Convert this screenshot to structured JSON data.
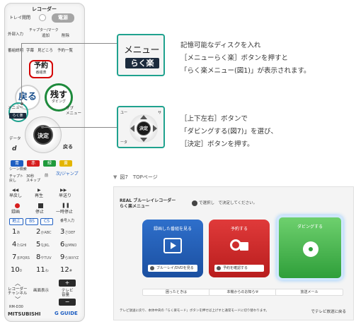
{
  "remote": {
    "recorder_label": "レコーダー",
    "tray_label": "トレイ開閉",
    "power_label": "電源",
    "row2": [
      "外部入力",
      "チャプター/マーク",
      "追加",
      "削除"
    ],
    "row3": [
      "番組説明",
      "字幕",
      "見どころ",
      "予約一覧"
    ],
    "reserve_label": "予約",
    "reserve_sub": "番組表",
    "back_label": "戻る",
    "dubbing_label": "残す",
    "dubbing_sub": "ダビング",
    "menu_label": "メニュー",
    "rakuraku_label": "らく楽",
    "sub_menu_label": "サブ\nメニュー",
    "enter_label": "決定",
    "data_label": "データ",
    "data_icon": "d",
    "back2_label": "戻る",
    "color_keys": [
      "青",
      "赤",
      "緑",
      "黄"
    ],
    "color_hex": {
      "blue": "#1f5fc2",
      "red": "#d61e1e",
      "green": "#1e9a3b",
      "yellow": "#e3b500"
    },
    "scene_label": "シーン検索",
    "jump_row": [
      "チャプト\n戻し",
      "30秒\nスキップ",
      "前",
      "次/ジャンプ"
    ],
    "play_row": [
      "早戻し",
      "再生",
      "早送り"
    ],
    "stop_row": [
      "録画",
      "停止",
      "一時停止"
    ],
    "input_chips": [
      "地上",
      "BS",
      "CS",
      "番号入力"
    ],
    "numbers": [
      "1",
      "2",
      "3",
      "4",
      "5",
      "6",
      "7",
      "8",
      "9",
      "10",
      "11",
      "12"
    ],
    "num_subs": [
      "あ",
      "かABC",
      "さDEF",
      "たGHI",
      "なJKL",
      "はMNO",
      "まPQRS",
      "やTUV",
      "らWXYZ",
      "0",
      "わ",
      "#"
    ],
    "channel_label": "レコーダー\nチャンネル",
    "screen_display_label": "画面表示",
    "tv_volume_label": "テレビ\n音量",
    "model": "RM-D30",
    "brand": "MITSUBISHI",
    "guide_logo": "G GUIDE"
  },
  "callout1": {
    "menu_text": "メニュー",
    "rakuraku_text": "らく楽"
  },
  "callout2": {
    "enter_text": "決定",
    "top_left": "ユー",
    "top_right": "サ",
    "bottom_left": "ータ"
  },
  "desc1": [
    "記憶可能なディスクを入れ",
    "［メニューらく楽］ボタンを押すと",
    "「らく楽メニュー(図1)」が表示されます。"
  ],
  "desc2": [
    "［上下左右］ボタンで",
    "「ダビングする(図7)」を選び、",
    "［決定］ボタンを押す。"
  ],
  "figure": {
    "caption": "図7　TOPページ",
    "title_line1": "REAL ブルーレイレコーダー",
    "title_line2": "らく楽メニュー",
    "hint": "で選択し　で決定してください。",
    "panels": [
      {
        "label": "録画した番組を見る",
        "sub": "ブルーレイ/DVDを見る",
        "color": "#2e6fcb"
      },
      {
        "label": "予約する",
        "sub": "予約を確認する",
        "color": "#e03a3a"
      },
      {
        "label": "ダビングする",
        "sub": "",
        "color": "#6ed06e"
      }
    ],
    "tiles": [
      "困ったときは",
      "本機からのお知らせ",
      "放送メール"
    ],
    "footer": "テレビ放送に戻り、本体中央の「らく楽モード」ボタンを押せば上げすと通常モードに切り替わります。",
    "footer_right": "でテレビ放送に戻る"
  }
}
